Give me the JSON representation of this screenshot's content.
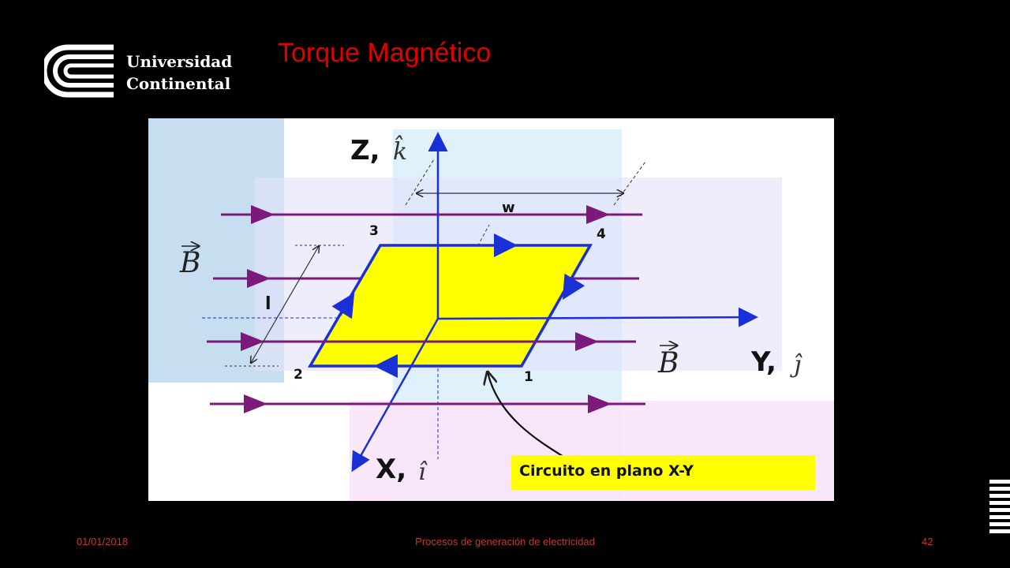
{
  "header": {
    "logo_line1": "Universidad",
    "logo_line2": "Continental",
    "title": "Torque Magnético"
  },
  "diagram": {
    "axis_z": "Z,",
    "axis_z_unit": "k̂",
    "axis_y": "Y,",
    "axis_y_unit": "ĵ",
    "axis_x": "X,",
    "axis_x_unit": "î",
    "field_left": "B",
    "field_right": "B",
    "width_label": "w",
    "length_label": "l",
    "corner_1": "1",
    "corner_2": "2",
    "corner_3": "3",
    "corner_4": "4",
    "callout": "Circuito en plano X-Y"
  },
  "footer": {
    "date": "01/01/2018",
    "course": "Procesos de generación de electricidad",
    "page": "42"
  },
  "colors": {
    "title": "#e00000",
    "loop_fill": "#ffff00",
    "loop_edge": "#1b2fd6",
    "field_line": "#7b1a7b",
    "footer_text": "#c0392b"
  }
}
